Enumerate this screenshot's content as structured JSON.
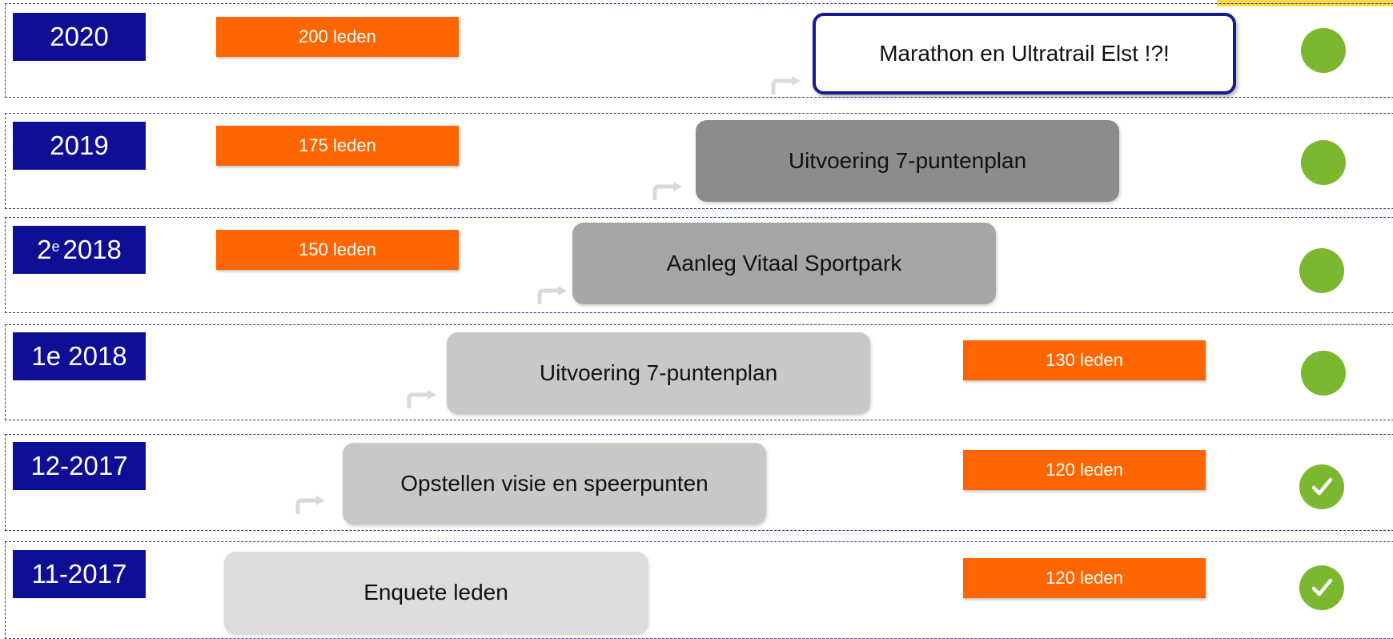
{
  "rows": [
    {
      "period_prefix": "2020",
      "period_sup": "",
      "period_rest": "",
      "members": "200 leden",
      "task": "Marathon en Ultratrail Elst !?!",
      "status": "dot"
    },
    {
      "period_prefix": "2019",
      "period_sup": "",
      "period_rest": "",
      "members": "175 leden",
      "task": "Uitvoering 7-puntenplan",
      "status": "dot"
    },
    {
      "period_prefix": "2",
      "period_sup": "e",
      "period_rest": "2018",
      "members": "150 leden",
      "task": "Aanleg Vitaal Sportpark",
      "status": "dot"
    },
    {
      "period_prefix": "1e 2018",
      "period_sup": "",
      "period_rest": "",
      "members": "130 leden",
      "task": "Uitvoering 7-puntenplan",
      "status": "dot"
    },
    {
      "period_prefix": "12-2017",
      "period_sup": "",
      "period_rest": "",
      "members": "120 leden",
      "task": "Opstellen visie en speerpunten",
      "status": "check"
    },
    {
      "period_prefix": "11-2017",
      "period_sup": "",
      "period_rest": "",
      "members": "120 leden",
      "task": "Enquete leden",
      "status": "check"
    }
  ],
  "colors": {
    "period_box": "#0f0f96",
    "members_box": "#ff6600",
    "status_green": "#7cb82f",
    "task_fill": [
      "#ffffff",
      "#8c8c8c",
      "#a6a6a6",
      "#c8c8c8",
      "#c8c8c8",
      "#dcdcdc"
    ],
    "task_outline": "#1a1a8c"
  },
  "icons": {
    "arrow": "bent-arrow-icon",
    "done": "check-icon",
    "open": "dot-icon"
  }
}
